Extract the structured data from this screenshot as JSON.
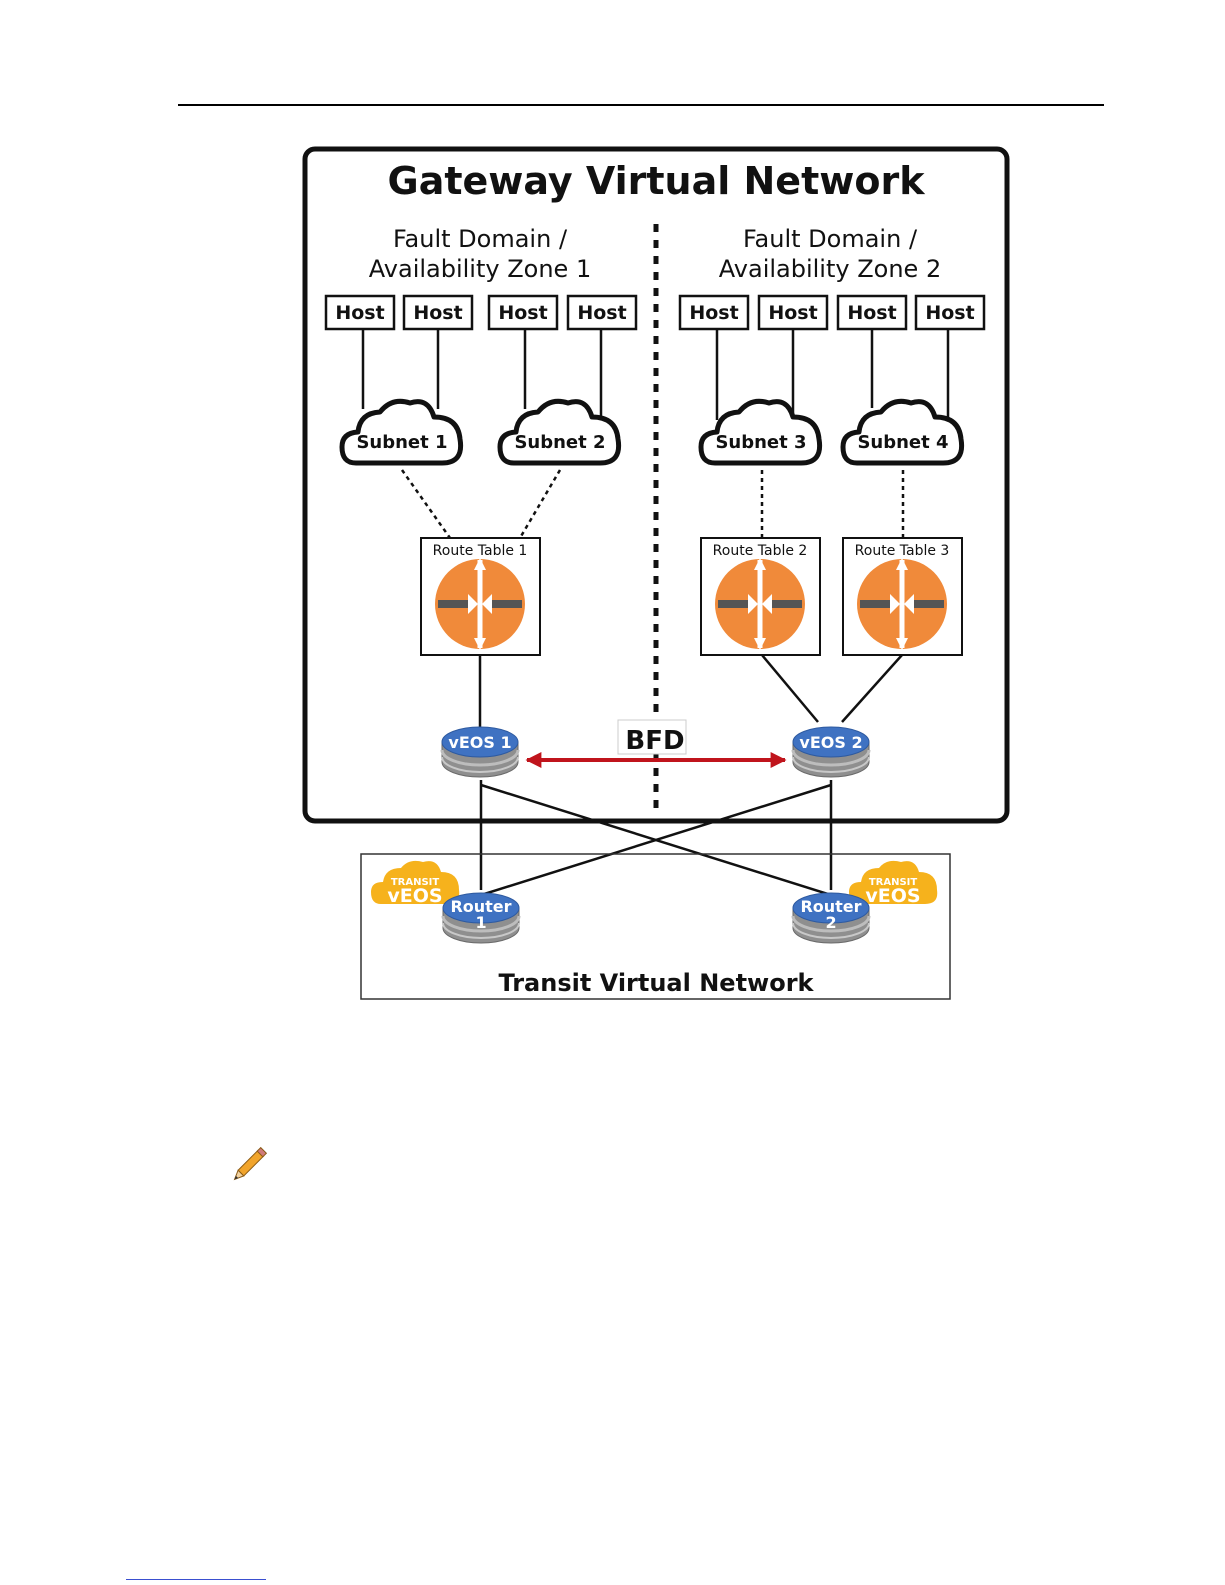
{
  "gateway": {
    "title": "Gateway Virtual Network"
  },
  "zones": [
    {
      "line1": "Fault Domain /",
      "line2": "Availability Zone 1"
    },
    {
      "line1": "Fault Domain /",
      "line2": "Availability Zone 2"
    }
  ],
  "hosts": [
    "Host",
    "Host",
    "Host",
    "Host",
    "Host",
    "Host",
    "Host",
    "Host"
  ],
  "subnets": [
    "Subnet 1",
    "Subnet 2",
    "Subnet 3",
    "Subnet 4"
  ],
  "route_tables": [
    "Route Table 1",
    "Route Table 2",
    "Route Table 3"
  ],
  "veos": [
    "vEOS 1",
    "vEOS 2"
  ],
  "bfd": "BFD",
  "routers": [
    {
      "line1": "Router",
      "line2": "1"
    },
    {
      "line1": "Router",
      "line2": "2"
    }
  ],
  "transit_badge": {
    "small": "TRANSIT",
    "big": "vEOS"
  },
  "transit": {
    "title": "Transit Virtual Network"
  },
  "colors": {
    "router_orange": "#f08a3a",
    "node_blue": "#3f72c2",
    "bfd_red": "#c0141c",
    "cloud_yellow": "#f6b21c"
  }
}
